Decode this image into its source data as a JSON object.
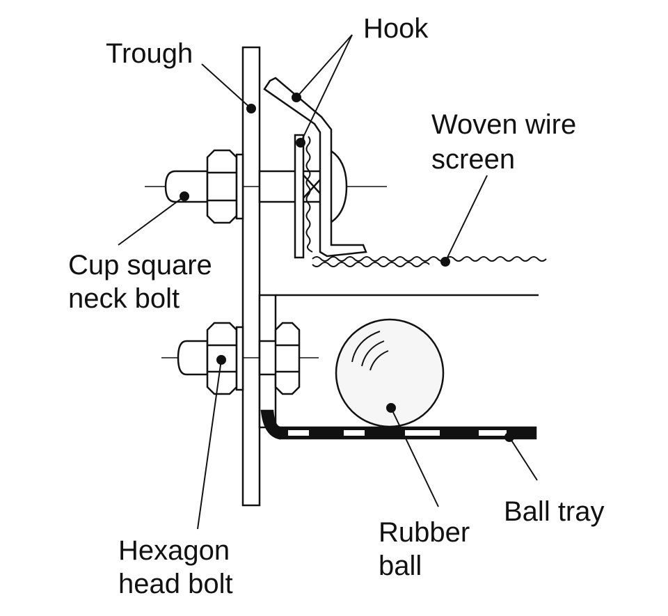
{
  "labels": {
    "trough": "Trough",
    "hook": "Hook",
    "woven_wire_screen_line1": "Woven wire",
    "woven_wire_screen_line2": "screen",
    "cup_square_neck_bolt_line1": "Cup square",
    "cup_square_neck_bolt_line2": "neck bolt",
    "hexagon_head_bolt_line1": "Hexagon",
    "hexagon_head_bolt_line2": "head bolt",
    "rubber_ball_line1": "Rubber",
    "rubber_ball_line2": "ball",
    "ball_tray": "Ball tray"
  },
  "colors": {
    "line": "#111111",
    "part_fill": "#ffffff",
    "ball_fill": "#f6f6f6"
  }
}
